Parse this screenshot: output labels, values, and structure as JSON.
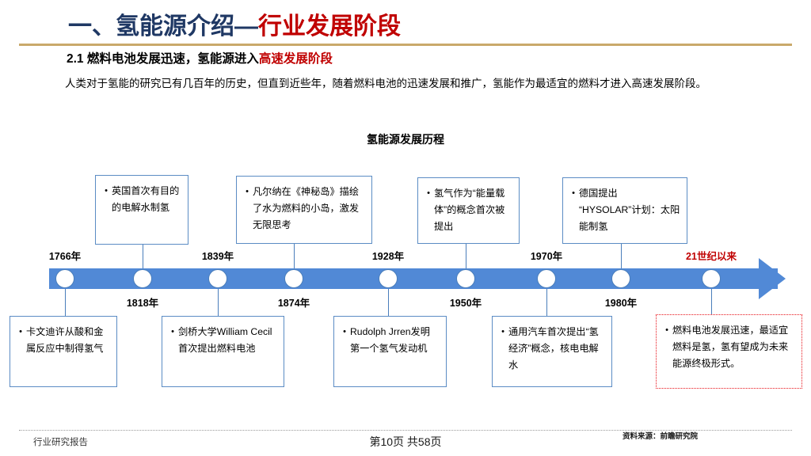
{
  "header": {
    "title_primary": "一、氢能源介绍—",
    "title_accent": "行业发展阶段",
    "subtitle_primary": "2.1  燃料电池发展迅速，氢能源进入",
    "subtitle_accent": "高速发展阶段",
    "body": "人类对于氢能的研究已有几百年的历史，但直到近些年，随着燃料电池的迅速发展和推广，氢能作为最适宜的燃料才进入高速发展阶段。"
  },
  "chart_data": {
    "type": "timeline",
    "title": "氢能源发展历程",
    "bar_color": "#5189D6",
    "node_color": "#FFFFFF",
    "node_border": "#4A7EBB",
    "box_border": "#5B8CC4",
    "highlight_color": "#C00000",
    "events": [
      {
        "year": "1766年",
        "side": "below",
        "text": "卡文迪许从酸和金属反应中制得氢气",
        "highlight": false
      },
      {
        "year": "1818年",
        "side": "above",
        "text": "英国首次有目的的电解水制氢",
        "highlight": false
      },
      {
        "year": "1839年",
        "side": "below",
        "text": "剑桥大学William Cecil首次提出燃料电池",
        "highlight": false
      },
      {
        "year": "1874年",
        "side": "above",
        "text": "凡尔纳在《神秘岛》描绘了水为燃料的小岛，激发无限思考",
        "highlight": false
      },
      {
        "year": "1928年",
        "side": "below",
        "text": "Rudolph Jrren发明第一个氢气发动机",
        "highlight": false
      },
      {
        "year": "1950年",
        "side": "above",
        "text": "氢气作为“能量载体”的概念首次被提出",
        "highlight": false
      },
      {
        "year": "1970年",
        "side": "below",
        "text": "通用汽车首次提出“氢经济”概念，核电电解水",
        "highlight": false
      },
      {
        "year": "1980年",
        "side": "above",
        "text": "德国提出 “HYSOLAR”计划：太阳能制氢",
        "highlight": false
      },
      {
        "year": "21世纪以来",
        "side": "below",
        "text": "燃料电池发展迅速，最适宜燃料是氢，氢有望成为未来能源终极形式。",
        "highlight": true
      }
    ]
  },
  "footer": {
    "left": "行业研究报告",
    "center": "第10页  共58页",
    "source": "资料来源：前瞻研究院"
  },
  "bullet_glyph": "•"
}
